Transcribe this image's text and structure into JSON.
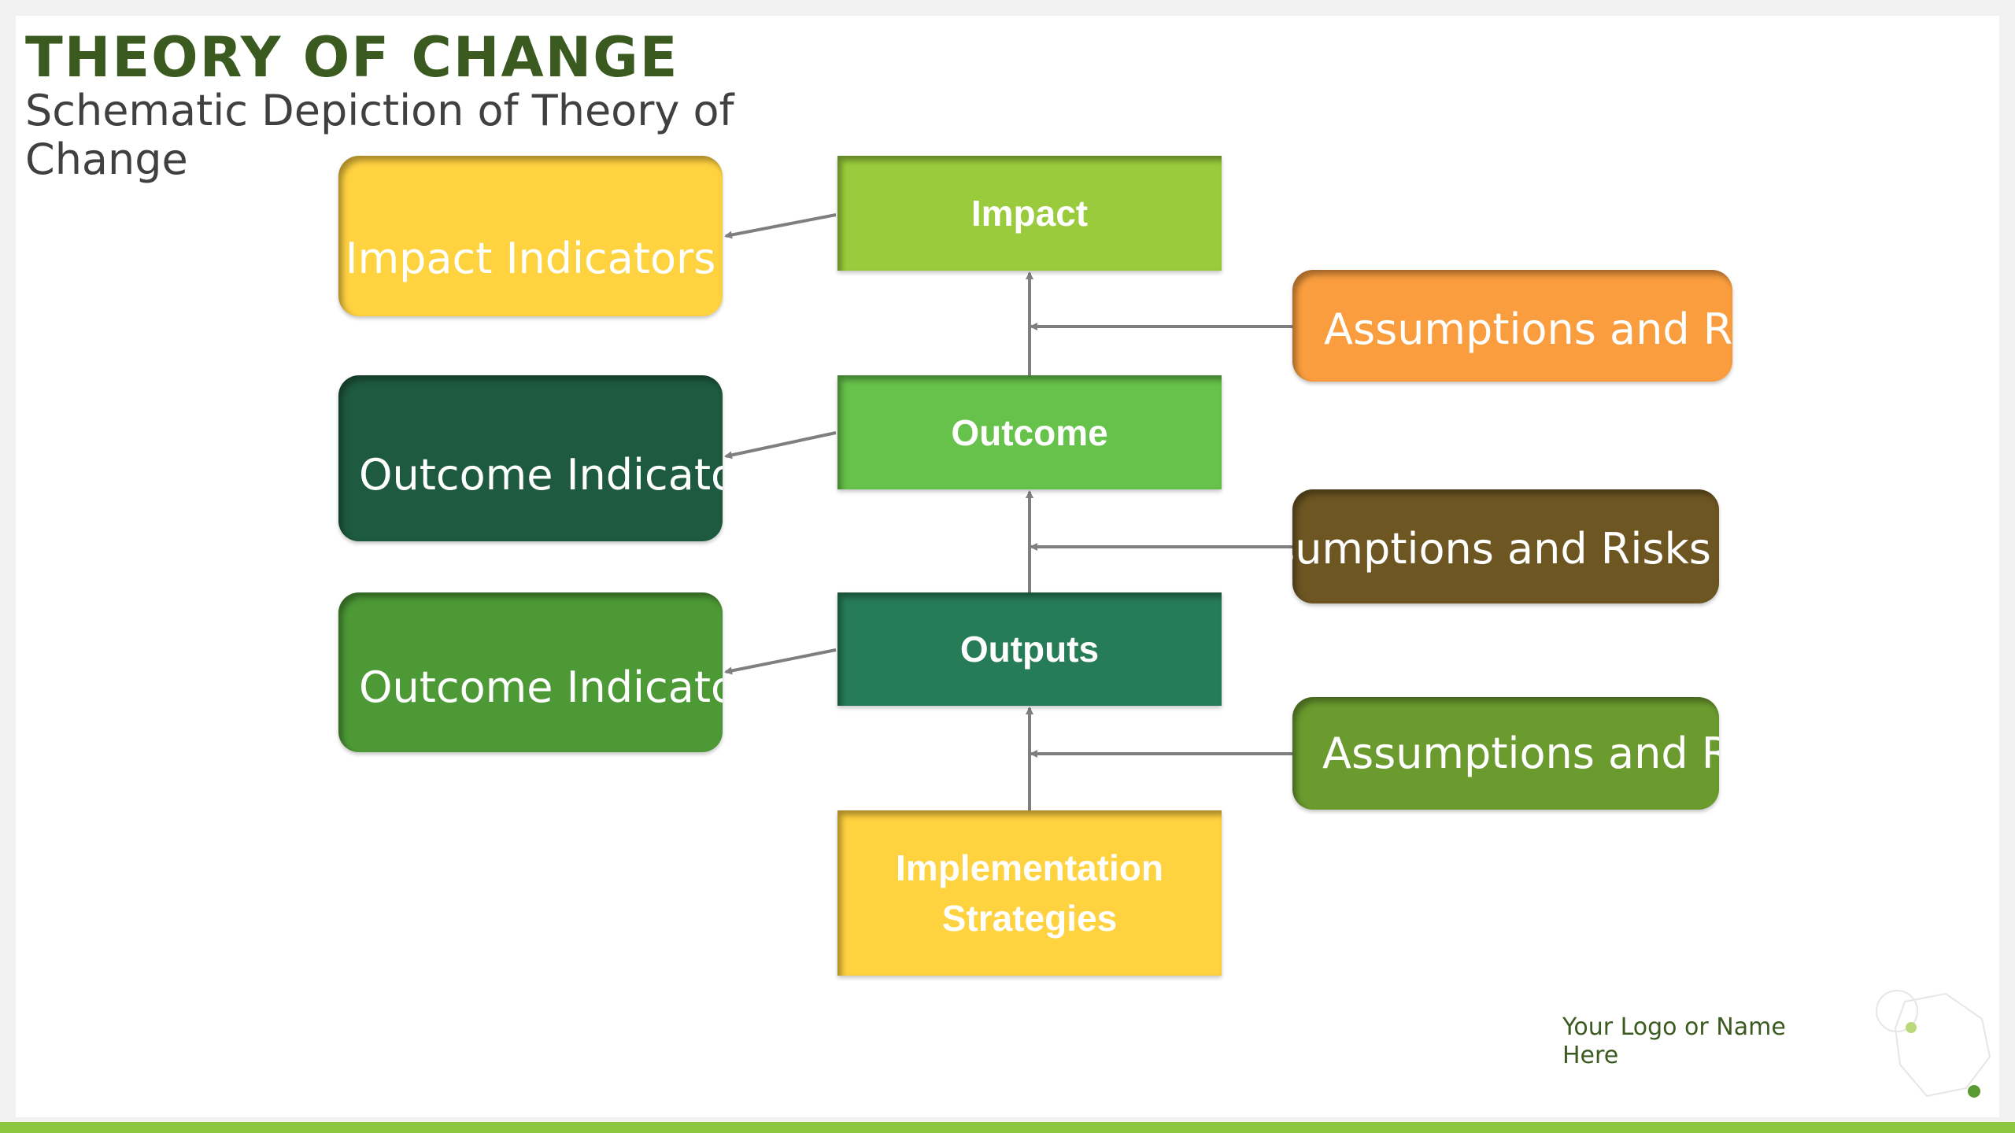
{
  "header": {
    "title": "THEORY OF CHANGE",
    "subtitle": "Schematic Depiction of Theory of Change"
  },
  "center_column": {
    "impact": "Impact",
    "outcome": "Outcome",
    "outputs": "Outputs",
    "implementation": "Implementation\nStrategies"
  },
  "indicators": {
    "impact": "Impact\nIndicators",
    "outcome": "Outcome\nIndicators",
    "outputs": "Outcome\nIndicators"
  },
  "assumptions": {
    "top": "Assumptions and Risks",
    "middle": "Assumptions and Risks",
    "bottom": "Assumptions and Risks"
  },
  "footer": {
    "logo_text": "Your Logo or Name Here"
  },
  "colors": {
    "title": "#3a5a1f",
    "impact": "#9acb3c",
    "outcome": "#66c24a",
    "outputs": "#267c57",
    "implementation": "#ffd240",
    "impact_indicators": "#ffd240",
    "outcome_indicators": "#1e5a3f",
    "outputs_indicators": "#4c9935",
    "assumptions_top": "#f99d3e",
    "assumptions_middle": "#6e5622",
    "assumptions_bottom": "#6b9b2e",
    "arrows": "#7f7f7f",
    "bottom_bar": "#8dc63f"
  },
  "icons": [
    "arrow-icon",
    "logo-mark-icon"
  ]
}
